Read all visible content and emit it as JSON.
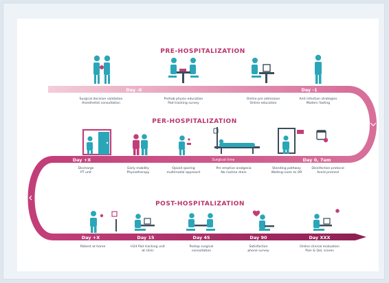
{
  "colors": {
    "title": "#b8336a",
    "band_light": "#e9a9c3",
    "band_mid": "#c9457e",
    "band_dark": "#8e1f52",
    "figure": "#2aa6b8",
    "text": "#3b4b5a"
  },
  "pre": {
    "title": "PRE-HOSPITALIZATION",
    "day_a": "Day -X",
    "day_b": "Day -1",
    "steps": [
      {
        "icon": "two-people-handshake-icon",
        "line1": "Surgical decision validation",
        "line2": "Anesthetist consultation"
      },
      {
        "icon": "prehab-education-icon",
        "line1": "Prehab physio education",
        "line2": "Pad tracking survey"
      },
      {
        "icon": "online-pre-admission-icon",
        "line1": "Online pre admission",
        "line2": "Online education"
      },
      {
        "icon": "patient-standing-icon",
        "line1": "Anti infection strategies",
        "line2": "Modern fasting"
      }
    ]
  },
  "per": {
    "title": "PER-HOSPITALIZATION",
    "day_a": "Day +X",
    "day_b": "Day 0, 7am",
    "mid_label": "Surgical time",
    "steps": [
      {
        "icon": "discharge-door-icon",
        "line1": "Discharge",
        "line2": "PT unit"
      },
      {
        "icon": "early-mobility-icon",
        "line1": "Early mobility",
        "line2": "Physiotherapy"
      },
      {
        "icon": "pain-management-icon",
        "line1": "Opioid sparing",
        "line2": "multimodal approach"
      },
      {
        "icon": "surgery-bed-icon",
        "line1": "Pre emptive analgesia",
        "line2": "No routine drain"
      },
      {
        "icon": "standing-pathway-icon",
        "line1": "Standing pathway",
        "line2": "Waiting room to OR"
      },
      {
        "icon": "calendar-disinfection-icon",
        "line1": "Disinfection protocol",
        "line2": "Avoid premed"
      }
    ]
  },
  "post": {
    "title": "POST-HOSPITALIZATION",
    "days": [
      "Day +X",
      "Day 15",
      "Day 45",
      "Day 90",
      "Day XXX"
    ],
    "steps": [
      {
        "icon": "patient-at-home-icon",
        "line1": "Patient at home",
        "line2": ""
      },
      {
        "icon": "pad-tracking-icon",
        "line1": "H24 Pad tracking unit",
        "line2": "at clinic"
      },
      {
        "icon": "surgical-consultation-icon",
        "line1": "Postop surgical",
        "line2": "consultation"
      },
      {
        "icon": "satisfaction-survey-icon",
        "line1": "Satisfaction",
        "line2": "phone survey"
      },
      {
        "icon": "online-evaluation-icon",
        "line1": "Online clinical evaluation",
        "line2": "Pain & Qol, scores"
      }
    ]
  }
}
